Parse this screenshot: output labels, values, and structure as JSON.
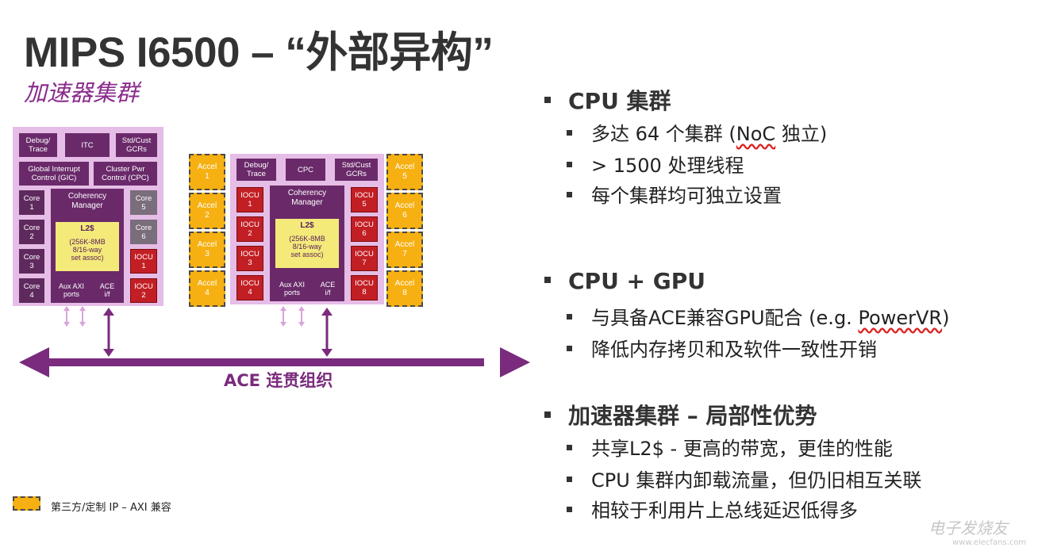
{
  "slide": {
    "title": "MIPS I6500 – “外部异构”",
    "subtitle": "加速器集群"
  },
  "diagram": {
    "cluster_left": {
      "debug": "Debug/\nTrace",
      "itc": "ITC",
      "std": "Std/Cust\nGCRs",
      "gic": "Global Interrupt\nControl (GIC)",
      "cpc": "Cluster Pwr\nControl (CPC)",
      "cores": [
        "Core\n1",
        "Core\n2",
        "Core\n3",
        "Core\n4"
      ],
      "cores_right": [
        "Core\n5",
        "Core\n6"
      ],
      "iocu": [
        "IOCU\n1",
        "IOCU\n2"
      ],
      "cm": "Coherency\nManager",
      "l2_title": "L2$",
      "l2_desc": "(256K-8MB\n8/16-way\nset assoc)",
      "aux": "Aux AXI\nports",
      "ace": "ACE\ni/f"
    },
    "cluster_right": {
      "debug": "Debug/\nTrace",
      "cpc": "CPC",
      "std": "Std/Cust\nGCRs",
      "iocu_left": [
        "IOCU\n1",
        "IOCU\n2",
        "IOCU\n3",
        "IOCU\n4"
      ],
      "iocu_right": [
        "IOCU\n5",
        "IOCU\n6",
        "IOCU\n7",
        "IOCU\n8"
      ],
      "cm": "Coherency\nManager",
      "l2_title": "L2$",
      "l2_desc": "(256K-8MB\n8/16-way\nset assoc)",
      "aux": "Aux AXI\nports",
      "ace": "ACE\ni/f"
    },
    "accel_left": [
      "Accel\n1",
      "Accel\n2",
      "Accel\n3",
      "Accel\n4"
    ],
    "accel_right": [
      "Accel\n5",
      "Accel\n6",
      "Accel\n7",
      "Accel\n8"
    ],
    "bus_label": "ACE 连贯组织",
    "legend": "第三方/定制 IP – AXI 兼容",
    "colors": {
      "purple_dark": "#6a2a6a",
      "purple_light": "#e6bde6",
      "bus": "#7a2b7d",
      "iocu": "#c21f25",
      "accel": "#f6b012",
      "l2": "#f4ea7a"
    }
  },
  "bullets": [
    {
      "heading": "CPU 集群",
      "items": [
        "多达 64 个集群 (",
        "NoC",
        " 独立)",
        "> 1500 处理线程",
        "每个集群均可独立设置"
      ]
    },
    {
      "heading": "CPU + GPU",
      "items": [
        "与具备ACE兼容GPU配合 (e.g. ",
        "PowerVR",
        ")",
        "降低内存拷贝和及软件一致性开销"
      ]
    },
    {
      "heading": "加速器集群 – 局部性优势",
      "items": [
        "共享L2$ - 更高的带宽，更佳的性能",
        "CPU 集群内卸载流量，但仍旧相互关联",
        "相较于利用片上总线延迟低得多"
      ]
    }
  ],
  "watermark": {
    "logo_text": "电子发烧友",
    "url": "www.elecfans.com"
  }
}
